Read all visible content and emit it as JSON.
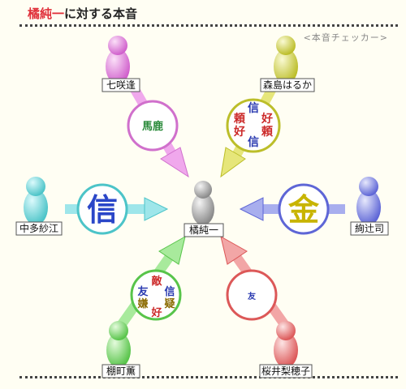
{
  "header": {
    "name": "橘純一",
    "suffix": "に対する本音",
    "subtitle": "<本音チェッカー>"
  },
  "center": {
    "name": "橘純一"
  },
  "persons": [
    {
      "id": "nanasaki",
      "name": "七咲逢",
      "color": "#e078d8",
      "words": [
        "馬鹿"
      ]
    },
    {
      "id": "morishima",
      "name": "森島はるか",
      "color": "#d4d640",
      "words": [
        "信",
        "好",
        "頼",
        "頼",
        "好",
        "信"
      ]
    },
    {
      "id": "nakata",
      "name": "中多紗江",
      "color": "#6cd8dc",
      "words": [
        "信"
      ]
    },
    {
      "id": "ayatsuji",
      "name": "絢辻司",
      "color": "#7a82e6",
      "words": [
        "金"
      ]
    },
    {
      "id": "tanamachi",
      "name": "棚町薫",
      "color": "#7ada6c",
      "words": [
        "敵",
        "友",
        "信",
        "嫌",
        "疑",
        "好"
      ]
    },
    {
      "id": "sakurai",
      "name": "桜井梨穂子",
      "color": "#ee7878",
      "words": [
        "友"
      ]
    }
  ]
}
